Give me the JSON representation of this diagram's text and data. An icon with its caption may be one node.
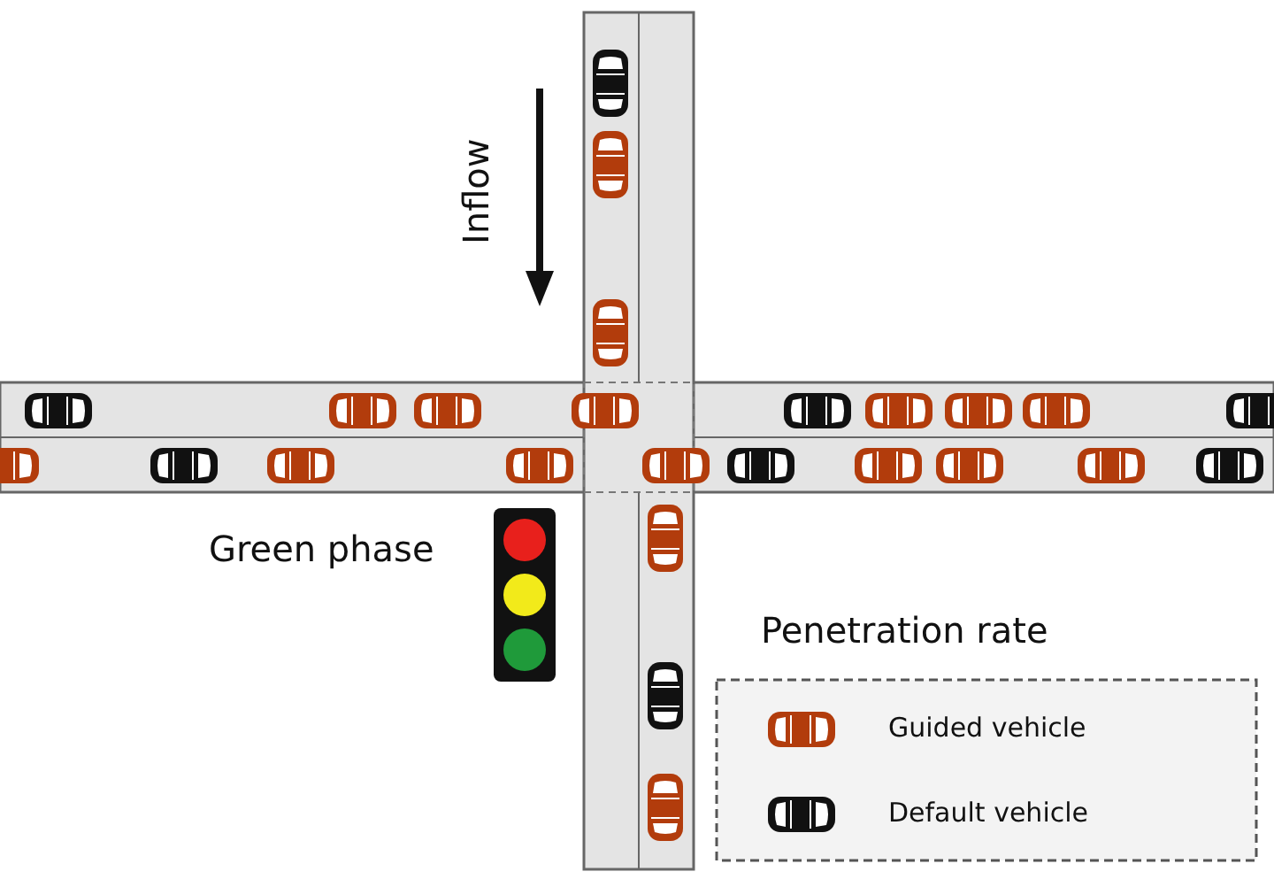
{
  "diagram": {
    "labels": [
      "Inflow",
      "Green phase",
      "Penetration rate"
    ],
    "legend": [
      {
        "text": "Guided vehicle"
      },
      {
        "text": "Default vehicle"
      }
    ]
  }
}
